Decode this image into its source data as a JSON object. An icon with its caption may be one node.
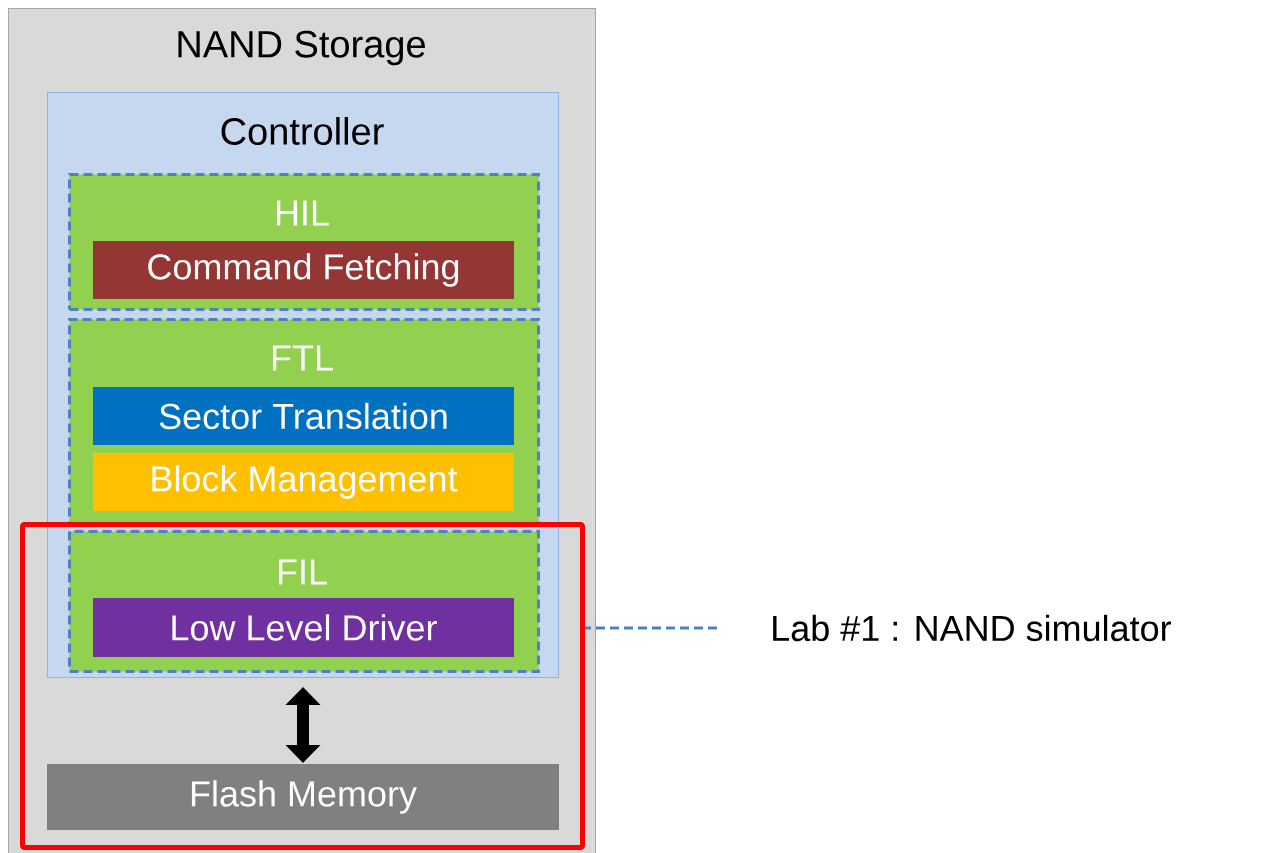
{
  "diagram": {
    "nodes": [
      {
        "text": [
          "NAND Storage"
        ]
      },
      {
        "text": [
          "Controller"
        ],
        "in": 0
      },
      {
        "text": [
          "HIL"
        ],
        "in": 1
      },
      {
        "text": [
          "Command Fetching"
        ],
        "in": 2
      },
      {
        "text": [
          "FTL"
        ],
        "in": 1
      },
      {
        "text": [
          "Sector Translation"
        ],
        "in": 4
      },
      {
        "text": [
          "Block Management"
        ],
        "in": 4
      },
      {
        "text": [
          "FIL"
        ]
      },
      {
        "text": [
          "Low Level Driver"
        ],
        "in": 7
      },
      {
        "text": [
          "Flash Memory"
        ],
        "in": 10
      },
      {
        "text": [],
        "shape": "box",
        "in": 0
      },
      {
        "text": [
          "Lab #1 : NAND simulator"
        ]
      }
    ],
    "edges": [
      {
        "from": 1,
        "to": 9,
        "arrow": "both",
        "style": "thick"
      },
      {
        "from": 11,
        "to": 10,
        "arrow": "none",
        "style": "dashed",
        "color": "#4f81bd"
      }
    ]
  }
}
